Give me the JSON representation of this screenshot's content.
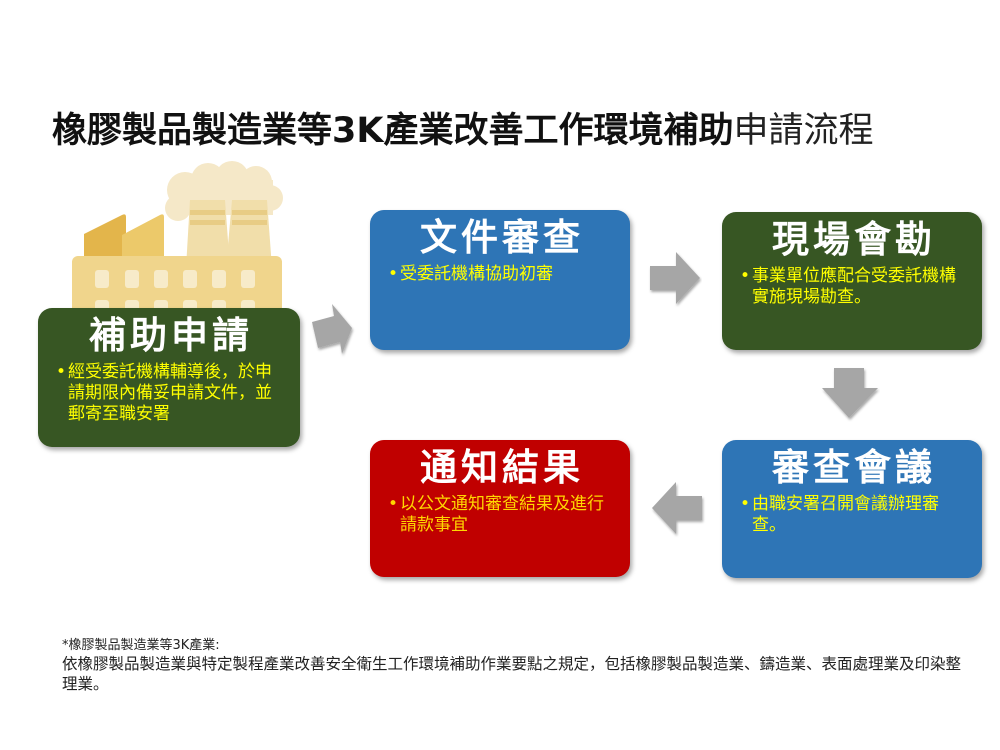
{
  "title": {
    "bold_part": "橡膠製品製造業等3K產業改善工作環境補助",
    "light_part": "申請流程"
  },
  "illustration": {
    "icon": "factory-icon",
    "colors": {
      "building": "#f0d58c",
      "chimney_dark": "#e3b54b",
      "chimney_light": "#ecc96a",
      "smoke": "#f5e8c8",
      "window": "#f7ebc9"
    }
  },
  "steps": [
    {
      "id": "apply",
      "heading": "補助申請",
      "bullet": "經受委託機構輔導後，於申請期限內備妥申請文件，並郵寄至職安署",
      "color": "#375623"
    },
    {
      "id": "document-review",
      "heading": "文件審查",
      "bullet": "受委託機構協助初審",
      "color": "#2e75b6"
    },
    {
      "id": "site-inspection",
      "heading": "現場會勘",
      "bullet": "事業單位應配合受委託機構實施現場勘查。",
      "color": "#375623"
    },
    {
      "id": "review-meeting",
      "heading": "審查會議",
      "bullet": "由職安署召開會議辦理審查。",
      "color": "#2e75b6"
    },
    {
      "id": "notify-result",
      "heading": "通知結果",
      "bullet": "以公文通知審查結果及進行請款事宜",
      "color": "#c00000"
    }
  ],
  "arrows": [
    {
      "from": "apply",
      "to": "document-review",
      "direction": "up-right"
    },
    {
      "from": "document-review",
      "to": "site-inspection",
      "direction": "right"
    },
    {
      "from": "site-inspection",
      "to": "review-meeting",
      "direction": "down"
    },
    {
      "from": "review-meeting",
      "to": "notify-result",
      "direction": "left"
    }
  ],
  "arrow_color": "#a6a6a6",
  "footnote": {
    "title": "*橡膠製品製造業等3K產業:",
    "body": "依橡膠製品製造業與特定製程產業改善安全衛生工作環境補助作業要點之規定，包括橡膠製品製造業、鑄造業、表面處理業及印染整理業。"
  }
}
